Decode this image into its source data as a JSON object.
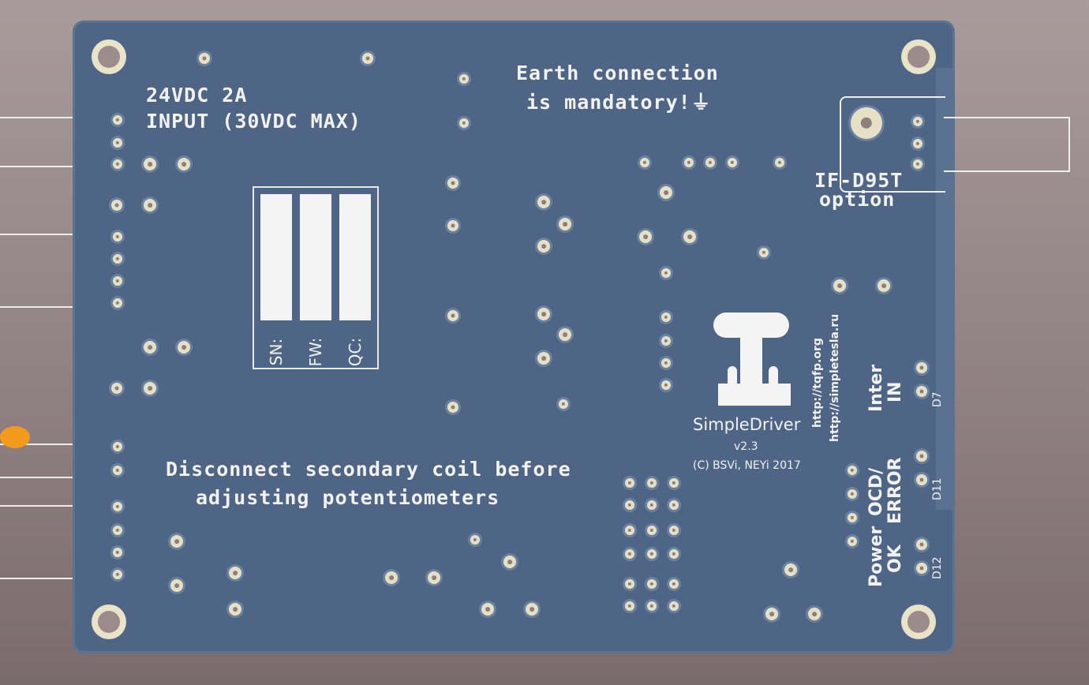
{
  "board": {
    "power_label_line1": "24VDC 2A",
    "power_label_line2": "INPUT (30VDC MAX)",
    "earth_line1": "Earth connection",
    "earth_line2": "is mandatory!",
    "earth_icon": "ground-symbol-icon",
    "option_line1": "IF-D95T",
    "option_line2": "option",
    "warning_line1": "Disconnect secondary coil before",
    "warning_line2": "adjusting potentiometers",
    "label_strips": [
      "SN:",
      "FW:",
      "QC:"
    ],
    "logo": {
      "name": "SimpleDriver",
      "version": "v2.3",
      "copyright": "(C) BSVi, NEYi 2017"
    },
    "urls": [
      "http://tqfp.org",
      "http://simpletesla.ru"
    ],
    "leds": [
      {
        "label1": "Inter",
        "label2": "IN",
        "ref": "D7"
      },
      {
        "label1": "OCD/",
        "label2": "ERROR",
        "ref": "D11"
      },
      {
        "label1": "Power",
        "label2": "OK",
        "ref": "D12"
      }
    ],
    "colors": {
      "pcb": "#4e6585",
      "silk": "#f2f2f2",
      "pad": "#e6e1c6"
    }
  }
}
